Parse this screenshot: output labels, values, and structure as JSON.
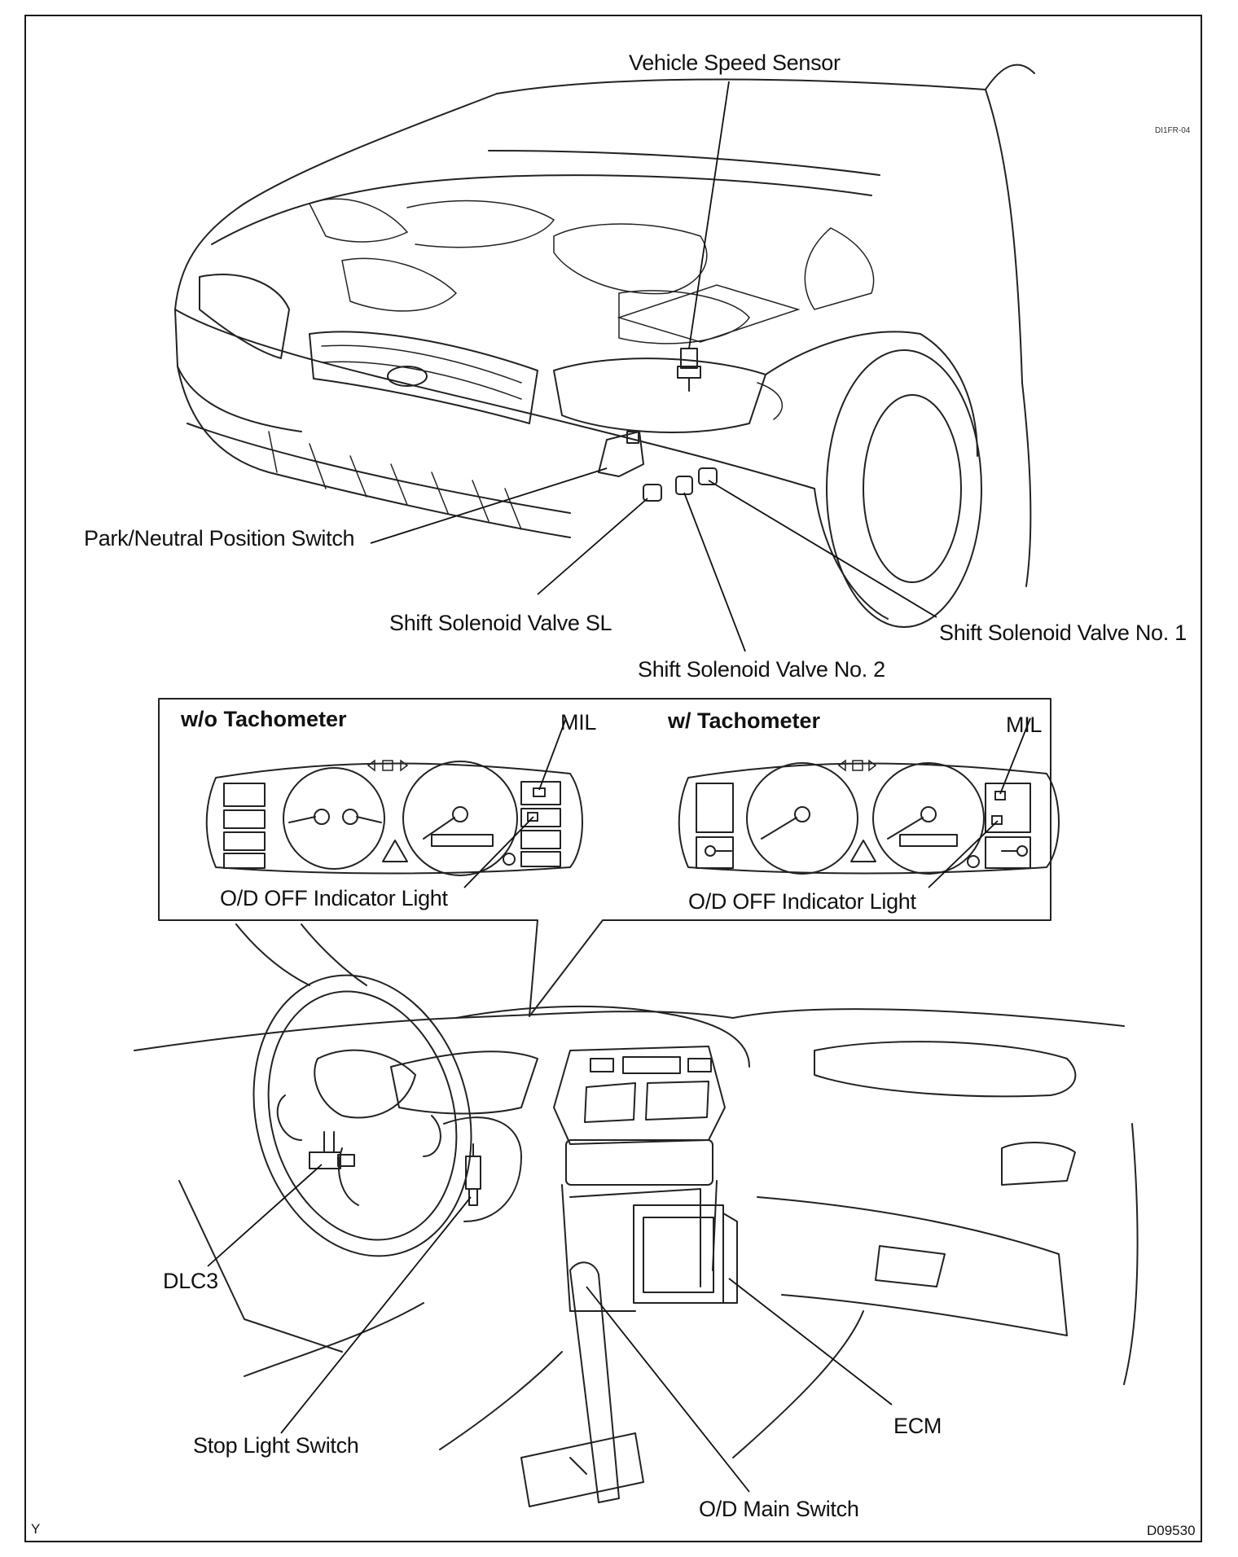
{
  "figure_code_top": "DI1FR-04",
  "figure_code_bottom": "D09530",
  "corner_letter": "Y",
  "labels": {
    "vehicle_speed_sensor": "Vehicle Speed Sensor",
    "park_neutral_position_switch": "Park/Neutral Position Switch",
    "shift_solenoid_valve_sl": "Shift Solenoid Valve SL",
    "shift_solenoid_valve_no1": "Shift Solenoid Valve No. 1",
    "shift_solenoid_valve_no2": "Shift Solenoid Valve No. 2",
    "dlc3": "DLC3",
    "stop_light_switch": "Stop Light Switch",
    "ecm": "ECM",
    "od_main_switch": "O/D Main Switch"
  },
  "callout": {
    "left_panel": {
      "title": "w/o Tachometer",
      "mil": "MIL",
      "indicator": "O/D OFF Indicator Light"
    },
    "right_panel": {
      "title": "w/ Tachometer",
      "mil": "MIL",
      "indicator": "O/D OFF Indicator Light"
    }
  }
}
